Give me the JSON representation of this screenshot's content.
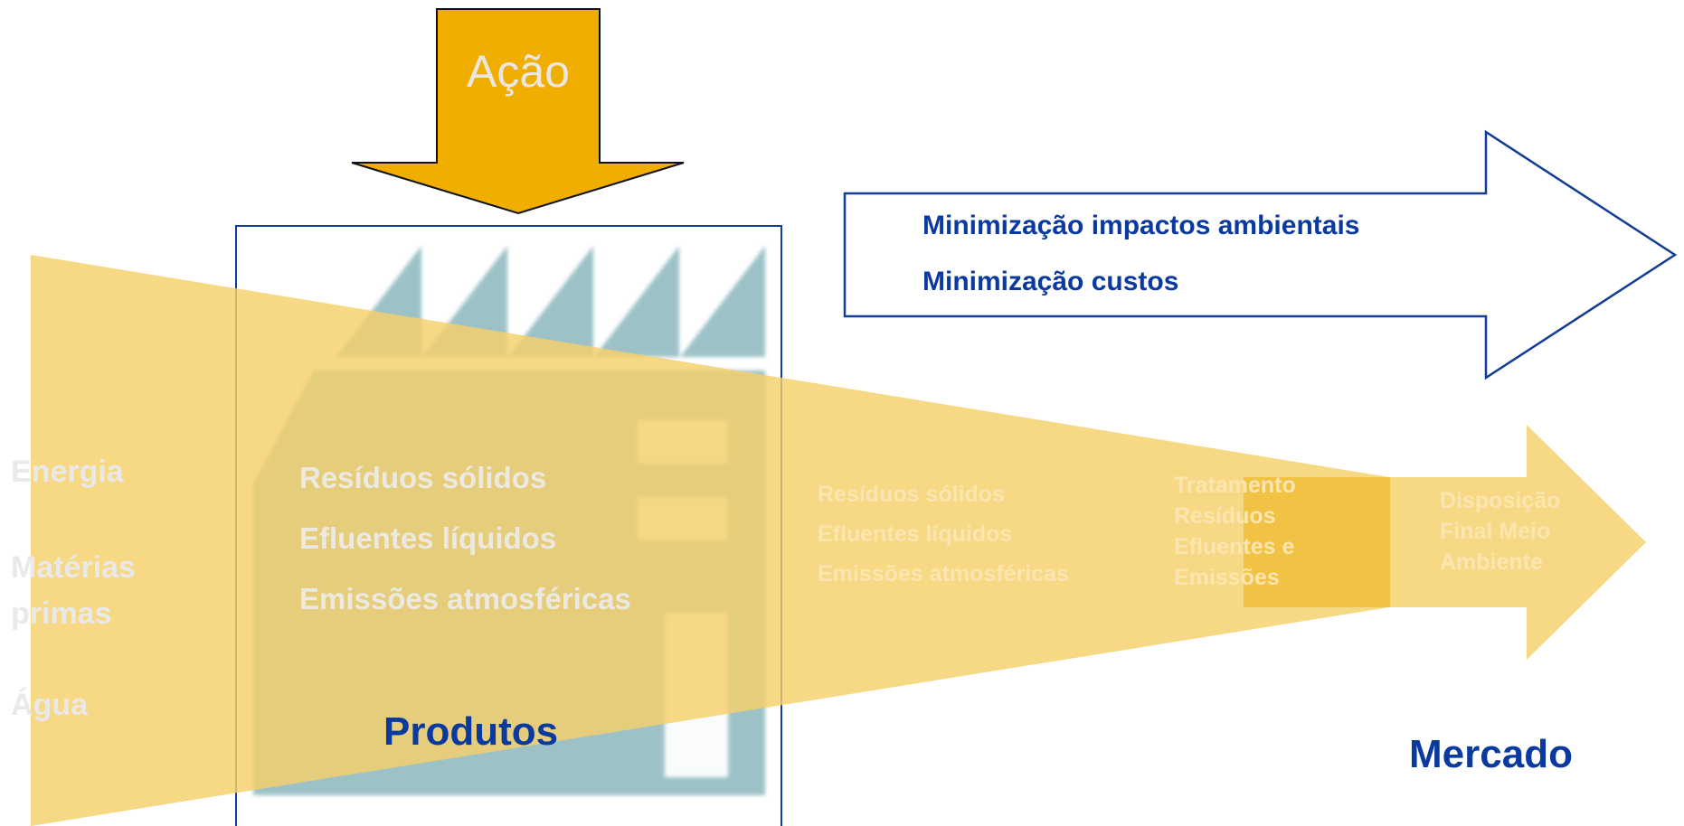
{
  "colors": {
    "accent_orange": "#F0AE00",
    "wedge_yellow": "#F5CF6A",
    "factory_teal": "#9CC2C8",
    "navy": "#0A3AA0",
    "outline_blue": "#123C96"
  },
  "action_arrow": {
    "label": "Ação"
  },
  "goals": {
    "line1": "Minimização impactos ambientais",
    "line2": "Minimização custos"
  },
  "inputs": {
    "energy": "Energia",
    "raw_line1": "Matérias",
    "raw_line2": "primas",
    "water": "Água"
  },
  "factory": {
    "outputs": [
      "Resíduos sólidos",
      "Efluentes líquidos",
      "Emissões atmosféricas"
    ],
    "products": "Produtos"
  },
  "flow": {
    "outputs": [
      "Resíduos sólidos",
      "Efluentes líquidos",
      "Emissões atmosféricas"
    ],
    "treatment": [
      "Tratamento",
      "Resíduos",
      "Efluentes e",
      "Emissões"
    ],
    "disposal": [
      "Disposição",
      "Final Meio",
      "Ambiente"
    ]
  },
  "market": "Mercado",
  "icons": {
    "action": "down-arrow-icon",
    "goals": "right-arrow-icon",
    "factory": "factory-icon",
    "flow": "flow-arrow-icon"
  }
}
